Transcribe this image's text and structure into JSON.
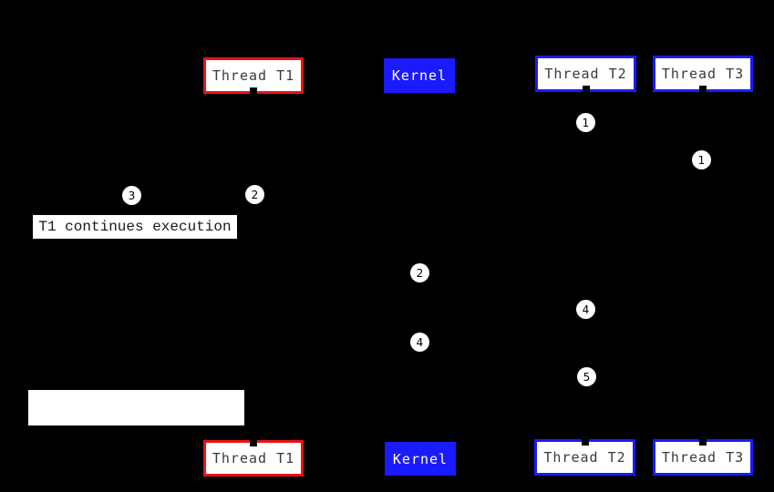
{
  "colors": {
    "background": "#000000",
    "red": "#ee1111",
    "blue": "#1a1aff",
    "box_text": "#3a3a3a"
  },
  "boxes": {
    "thread_t1": "Thread T1",
    "kernel": "Kernel",
    "thread_t2": "Thread T2",
    "thread_t3": "Thread T3"
  },
  "markers": [
    "1",
    "1",
    "2",
    "3",
    "2",
    "4",
    "4",
    "5"
  ],
  "labels": {
    "t1_continues": "T1 continues execution",
    "blank": ""
  }
}
